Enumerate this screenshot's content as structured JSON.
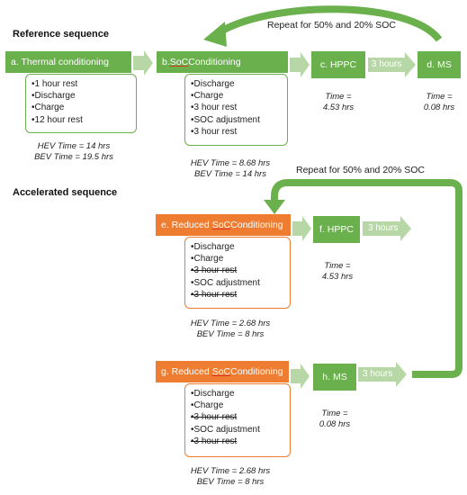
{
  "colors": {
    "green": "#6ab04c",
    "orange": "#ee7d31",
    "light_arrow": "#b7d8a6"
  },
  "reference": {
    "title": "Reference sequence",
    "repeat_label": "Repeat for 50% and 20% SOC",
    "thermal": {
      "header": "a. Thermal conditioning",
      "items": [
        "•1 hour rest",
        "•Discharge",
        "•Charge",
        "•12 hour rest"
      ],
      "time_hev": "HEV Time = 14 hrs",
      "time_bev": "BEV Time = 19.5 hrs"
    },
    "soc": {
      "header_prefix": "b. ",
      "header_soc": "SoC",
      "header_suffix": " Conditioning",
      "items": [
        "•Discharge",
        "•Charge",
        "•3 hour rest",
        "•SOC adjustment",
        "•3 hour rest"
      ],
      "time_hev": "HEV Time = 8.68 hrs",
      "time_bev": "BEV Time = 14 hrs"
    },
    "hppc": {
      "label": "c. HPPC",
      "time_1": "Time =",
      "time_2": "4.53 hrs"
    },
    "gap_label": "3 hours",
    "ms": {
      "label": "d. MS",
      "time_1": "Time =",
      "time_2": "0.08 hrs"
    }
  },
  "accelerated": {
    "title": "Accelerated sequence",
    "repeat_label": "Repeat for 50% and 20% SOC",
    "reduced_e": {
      "header_prefix": "e. Reduced ",
      "header_soc": "SoC",
      "header_suffix": " Conditioning",
      "items": [
        "•Discharge",
        "•Charge",
        "•3 hour rest",
        "•SOC adjustment",
        "•3 hour rest"
      ],
      "time_hev": "HEV Time = 2.68 hrs",
      "time_bev": "BEV Time = 8 hrs"
    },
    "hppc": {
      "label": "f. HPPC",
      "gap_label": "3 hours",
      "time_1": "Time =",
      "time_2": "4.53 hrs"
    },
    "reduced_g": {
      "header_prefix": "g. Reduced ",
      "header_soc": "SoC",
      "header_suffix": " Conditioning",
      "items": [
        "•Discharge",
        "•Charge",
        "•3 hour rest",
        "•SOC adjustment",
        "•3 hour rest"
      ],
      "time_hev": "HEV Time = 2.68 hrs",
      "time_bev": "BEV Time = 8 hrs"
    },
    "ms": {
      "label": "h. MS",
      "gap_label": "3 hours",
      "time_1": "Time =",
      "time_2": "0.08 hrs"
    }
  }
}
